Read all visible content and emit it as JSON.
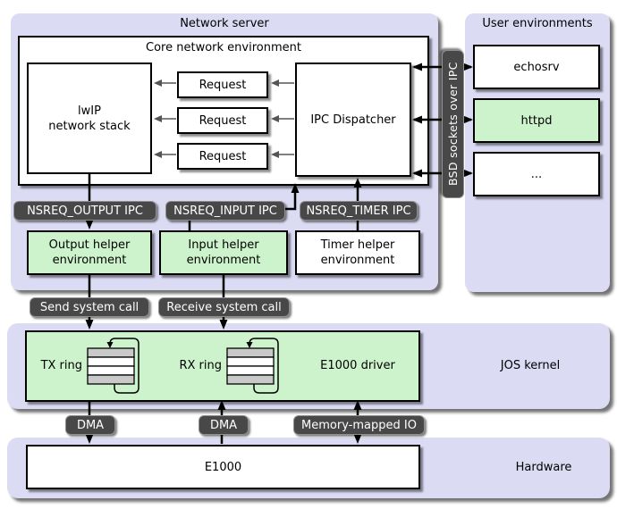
{
  "colors": {
    "panel_lavender": "#dbdbf4",
    "box_green": "#cdf3cc",
    "pill_dark": "#484848",
    "ring_stripe_gray": "#c9c9c9",
    "request_arrow_gray": "#555555"
  },
  "network_server": {
    "title": "Network server",
    "core_title": "Core network environment",
    "lwip_line1": "lwIP",
    "lwip_line2": "network stack",
    "requests": [
      "Request",
      "Request",
      "Request"
    ],
    "dispatcher": "IPC Dispatcher"
  },
  "bsd_pill": "BSD sockets over IPC",
  "user_environments": {
    "title": "User environments",
    "envs": [
      "echosrv",
      "httpd",
      "..."
    ]
  },
  "ipc_pills": [
    "NSREQ_OUTPUT IPC",
    "NSREQ_INPUT IPC",
    "NSREQ_TIMER IPC"
  ],
  "helpers": [
    {
      "l1": "Output helper",
      "l2": "environment"
    },
    {
      "l1": "Input helper",
      "l2": "environment"
    },
    {
      "l1": "Timer helper",
      "l2": "environment"
    }
  ],
  "syscall_pills": [
    "Send system call",
    "Receive system call"
  ],
  "kernel": {
    "tx": "TX ring",
    "rx": "RX ring",
    "driver": "E1000 driver",
    "title": "JOS kernel"
  },
  "io_pills": [
    "DMA",
    "DMA",
    "Memory-mapped IO"
  ],
  "hardware": {
    "box": "E1000",
    "title": "Hardware"
  }
}
